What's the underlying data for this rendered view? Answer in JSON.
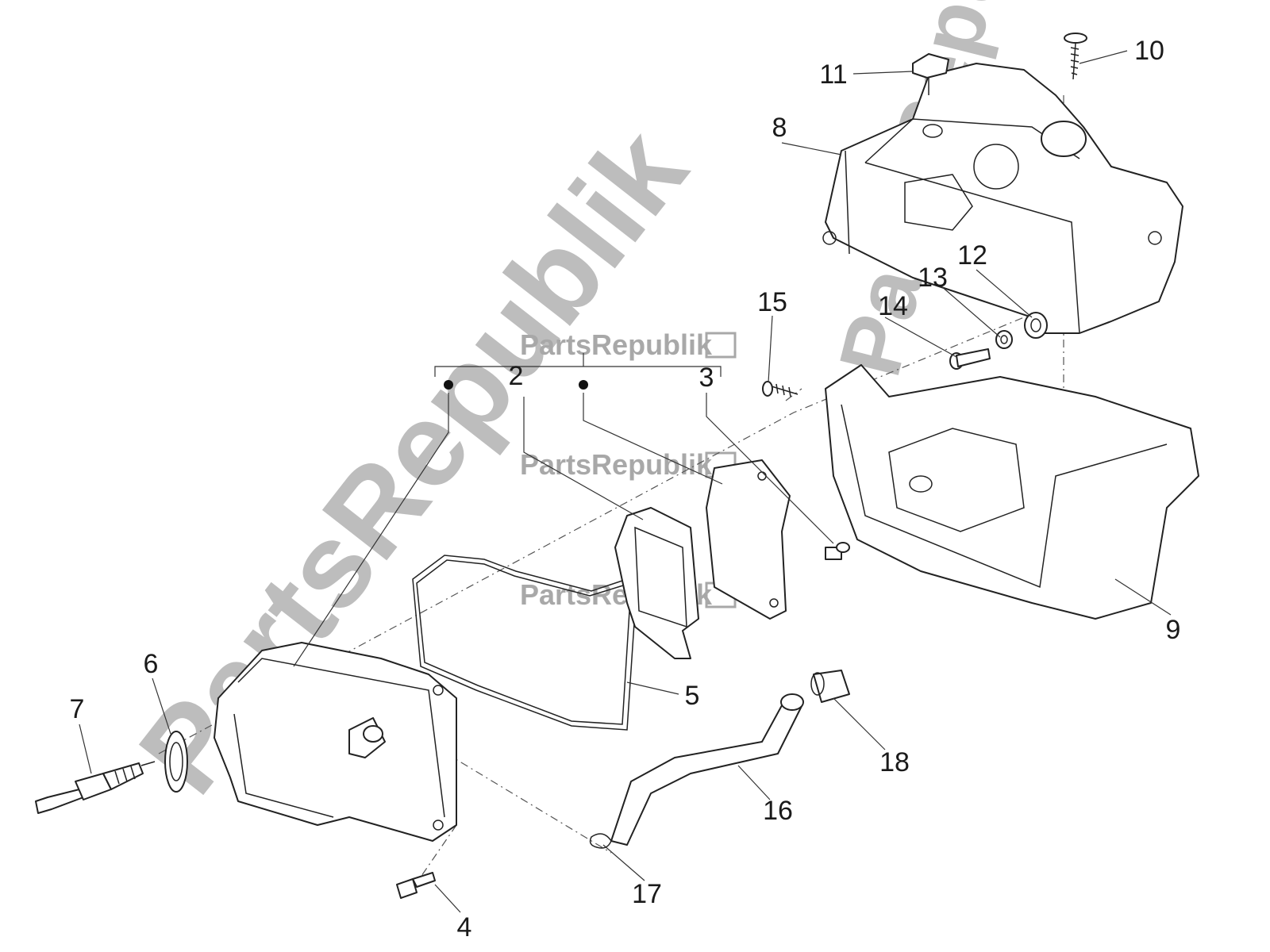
{
  "watermark": {
    "large_text": "PartsRepublik",
    "small_text": "PartsRepublik"
  },
  "callouts": [
    {
      "id": "1",
      "label": ""
    },
    {
      "id": "2",
      "label": "2"
    },
    {
      "id": "3",
      "label": "3"
    },
    {
      "id": "4",
      "label": "4"
    },
    {
      "id": "5",
      "label": "5"
    },
    {
      "id": "6",
      "label": "6"
    },
    {
      "id": "7",
      "label": "7"
    },
    {
      "id": "8",
      "label": "8"
    },
    {
      "id": "9",
      "label": "9"
    },
    {
      "id": "10",
      "label": "10"
    },
    {
      "id": "11",
      "label": "11"
    },
    {
      "id": "12",
      "label": "12"
    },
    {
      "id": "13",
      "label": "13"
    },
    {
      "id": "14",
      "label": "14"
    },
    {
      "id": "15",
      "label": "15"
    },
    {
      "id": "16",
      "label": "16"
    },
    {
      "id": "17",
      "label": "17"
    },
    {
      "id": "18",
      "label": "18"
    }
  ],
  "colors": {
    "line": "#222222",
    "watermark": "#bdbdbd"
  }
}
